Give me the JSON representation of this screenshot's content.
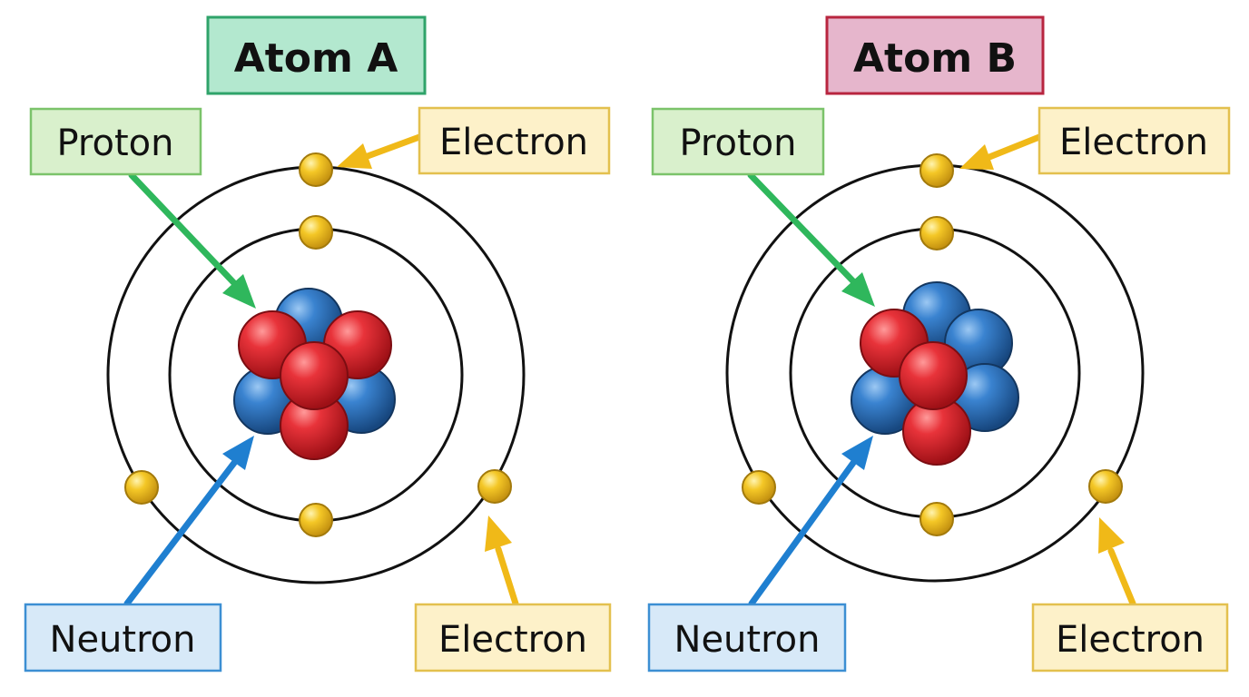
{
  "colors": {
    "proton": "#d9262b",
    "neutron": "#2e75c6",
    "electron": "#f2c224",
    "orbit": "#111111",
    "proton_arrow": "#2fb75c",
    "neutron_arrow": "#1f7fd0",
    "electron_arrow": "#f0b918"
  },
  "atoms": [
    {
      "title": "Atom A",
      "title_fill": "#b3e8cf",
      "title_border": "#2fa36a",
      "labels": {
        "proton": "Proton",
        "neutron": "Neutron",
        "electron_top": "Electron",
        "electron_bottom": "Electron"
      },
      "icons": {
        "proton": "red-sphere",
        "neutron": "blue-sphere",
        "electron": "yellow-dot"
      }
    },
    {
      "title": "Atom B",
      "title_fill": "#e6b6cc",
      "title_border": "#b8253f",
      "labels": {
        "proton": "Proton",
        "neutron": "Neutron",
        "electron_top": "Electron",
        "electron_bottom": "Electron"
      },
      "icons": {
        "proton": "red-sphere",
        "neutron": "blue-sphere",
        "electron": "yellow-dot"
      }
    }
  ]
}
